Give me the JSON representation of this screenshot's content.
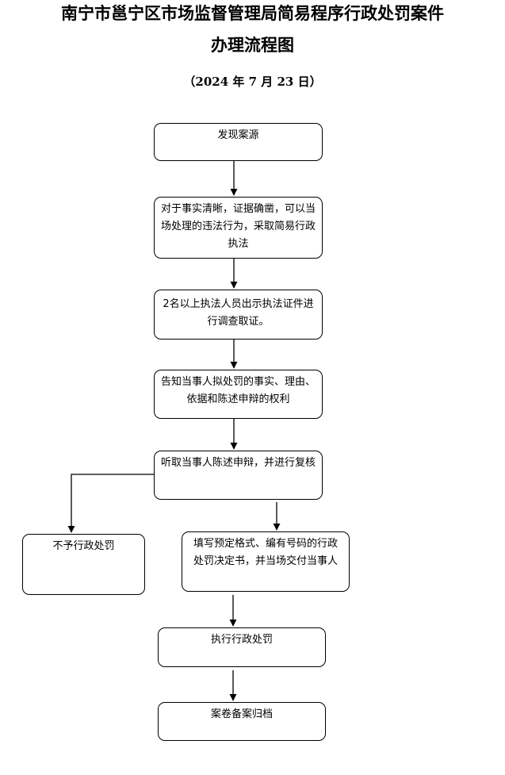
{
  "title_line1": "南宁市邕宁区市场监督管理局简易程序行政处罚案件",
  "title_line2": "办理流程图",
  "date": "（2024 年 7 月 23 日）",
  "steps": {
    "discover": "发现案源",
    "simple_procedure": "对于事实清晰，证据确凿，可以当场处理的违法行为，采取简易行政执法",
    "show_credentials": "2名以上执法人员出示执法证件进行调查取证。",
    "inform": "告知当事人拟处罚的事实、理由、依据和陈述申辩的权利",
    "hear_review": "听取当事人陈述申辩，并进行复核",
    "no_penalty": "不予行政处罚",
    "fill_decision": "填写预定格式、编有号码的行政处罚决定书，并当场交付当事人",
    "execute": "执行行政处罚",
    "archive": "案卷备案归档"
  }
}
